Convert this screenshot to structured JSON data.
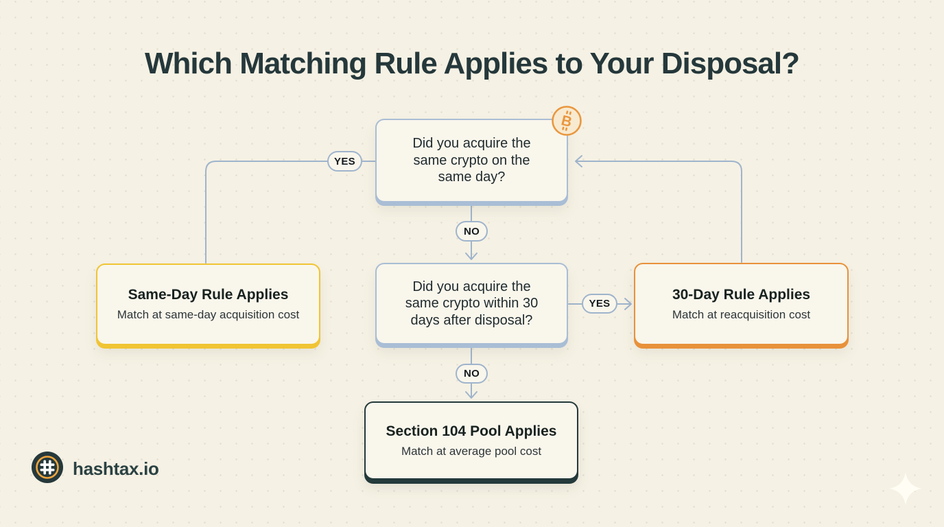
{
  "title": "Which Matching Rule Applies to Your Disposal?",
  "brand": {
    "name": "hashtax.io"
  },
  "flowchart": {
    "questions": [
      {
        "id": "same-day-question",
        "text": "Did you acquire the same crypto on the same day?"
      },
      {
        "id": "thirty-day-question",
        "text": "Did you acquire the same crypto within 30 days after disposal?"
      }
    ],
    "connector_labels": {
      "yes_left": "YES",
      "no_top": "NO",
      "yes_right": "YES",
      "no_bottom": "NO"
    },
    "outcomes": [
      {
        "id": "same-day-rule",
        "title": "Same-Day Rule Applies",
        "subtitle": "Match at same-day acquisition cost"
      },
      {
        "id": "thirty-day-rule",
        "title": "30-Day Rule Applies",
        "subtitle": "Match at reacquisition cost"
      },
      {
        "id": "section-104-pool",
        "title": "Section 104 Pool Applies",
        "subtitle": "Match at average pool cost"
      }
    ],
    "icons": [
      "bitcoin-icon",
      "hashtax-logo-icon",
      "sparkle-icon"
    ]
  },
  "colors": {
    "background": "#f5f1e4",
    "ink": "#25383b",
    "question_text": "#1f2a2d",
    "line": "#9fb4cc",
    "box_fill": "#f9f6ec",
    "blue_accent": "#a9bdd5",
    "same_day_accent": "#f0c434",
    "thirty_day_accent": "#e8913a",
    "section_104_accent": "#243a3b",
    "bitcoin_orange": "#e9973f",
    "brand_dark": "#2b4243",
    "dot_grid": "#dbd6c8",
    "sparkle": "#fffdf4"
  }
}
